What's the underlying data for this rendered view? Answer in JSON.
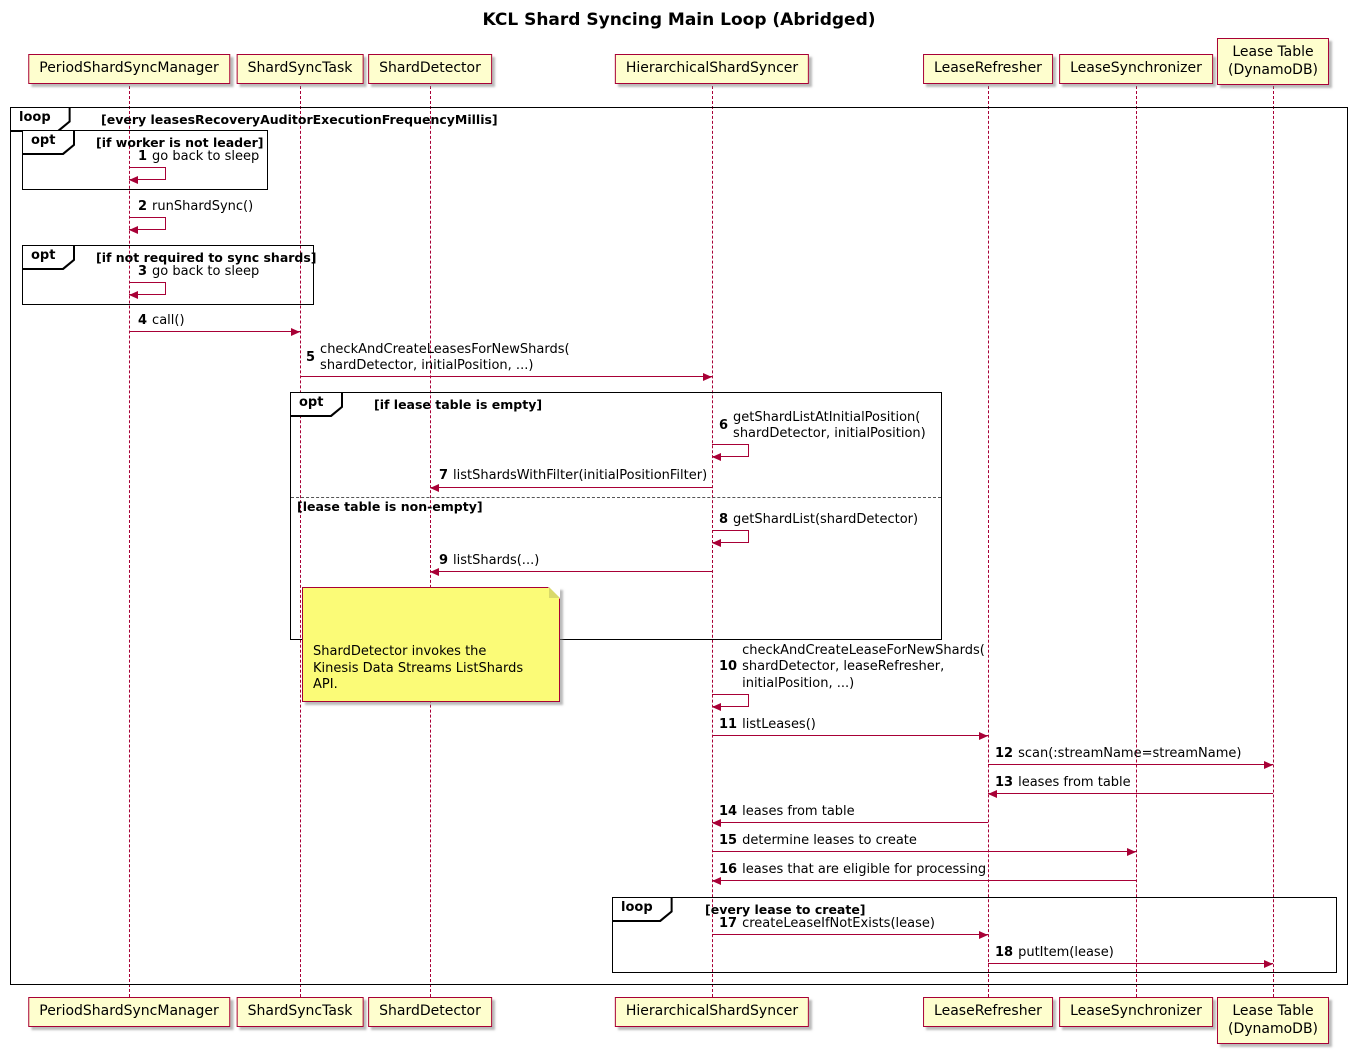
{
  "title": "KCL Shard Syncing Main Loop (Abridged)",
  "participants": {
    "p1": "PeriodShardSyncManager",
    "p2": "ShardSyncTask",
    "p3": "ShardDetector",
    "p4": "HierarchicalShardSyncer",
    "p5": "LeaseRefresher",
    "p6": "LeaseSynchronizer",
    "p7": "Lease Table\n(DynamoDB)"
  },
  "frames": {
    "outer_loop": {
      "keyword": "loop",
      "condition": "[every leasesRecoveryAuditorExecutionFrequencyMillis]"
    },
    "opt_worker": {
      "keyword": "opt",
      "condition": "[if worker is not leader]"
    },
    "opt_sync": {
      "keyword": "opt",
      "condition": "[if not required to sync shards]"
    },
    "opt_lease": {
      "keyword": "opt",
      "condition": "[if lease table is empty]",
      "else_condition": "[lease table is non-empty]"
    },
    "inner_loop": {
      "keyword": "loop",
      "condition": "[every lease to create]"
    }
  },
  "messages": {
    "m1": {
      "num": "1",
      "text": "go back to sleep"
    },
    "m2": {
      "num": "2",
      "text": "runShardSync()"
    },
    "m3": {
      "num": "3",
      "text": "go back to sleep"
    },
    "m4": {
      "num": "4",
      "text": "call()"
    },
    "m5": {
      "num": "5",
      "text": "checkAndCreateLeasesForNewShards(\nshardDetector, initialPosition, ...)"
    },
    "m6": {
      "num": "6",
      "text": "getShardListAtInitialPosition(\nshardDetector, initialPosition)"
    },
    "m7": {
      "num": "7",
      "text": "listShardsWithFilter(initialPositionFilter)"
    },
    "m8": {
      "num": "8",
      "text": "getShardList(shardDetector)"
    },
    "m9": {
      "num": "9",
      "text": "listShards(...)"
    },
    "m10": {
      "num": "10",
      "text": "checkAndCreateLeaseForNewShards(\nshardDetector, leaseRefresher,\ninitialPosition, ...)"
    },
    "m11": {
      "num": "11",
      "text": "listLeases()"
    },
    "m12": {
      "num": "12",
      "text": "scan(:streamName=streamName)"
    },
    "m13": {
      "num": "13",
      "text": "leases from table"
    },
    "m14": {
      "num": "14",
      "text": "leases from table"
    },
    "m15": {
      "num": "15",
      "text": "determine leases to create"
    },
    "m16": {
      "num": "16",
      "text": "leases that are eligible for processing"
    },
    "m17": {
      "num": "17",
      "text": "createLeaseIfNotExists(lease)"
    },
    "m18": {
      "num": "18",
      "text": "putItem(lease)"
    }
  },
  "note": {
    "text": "ShardDetector invokes the\nKinesis Data Streams ListShards API."
  }
}
